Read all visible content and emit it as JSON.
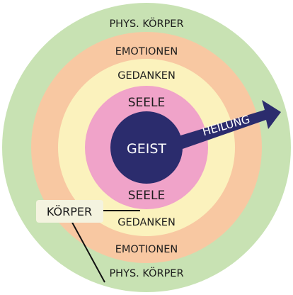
{
  "colors": {
    "phys": "#c8e2b3",
    "emotionen": "#f8c8a2",
    "gedanken": "#fbf2bd",
    "seele": "#f0a3c9",
    "geist": "#2b2c6d",
    "label_box": "#f4f3df"
  },
  "rings": {
    "phys_top": "PHYS. KÖRPER",
    "emotionen_top": "EMOTIONEN",
    "gedanken_top": "GEDANKEN",
    "seele_top": "SEELE",
    "geist": "GEIST",
    "seele_bottom": "SEELE",
    "gedanken_bottom": "GEDANKEN",
    "emotionen_bottom": "EMOTIONEN",
    "phys_bottom": "PHYS. KÖRPER"
  },
  "arrow": {
    "label": "HEILUNG"
  },
  "callout": {
    "label": "KÖRPER"
  }
}
